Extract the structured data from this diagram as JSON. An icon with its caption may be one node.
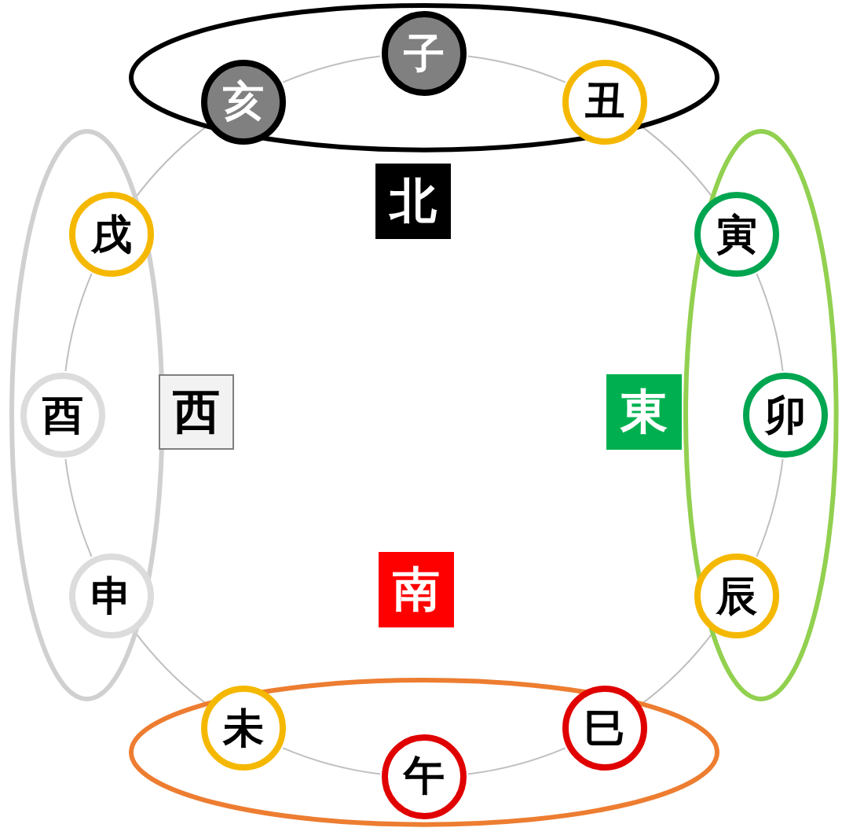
{
  "diagram": {
    "nodes": [
      {
        "text": [],
        "shape": "ellipse"
      },
      {
        "text": [
          "子"
        ],
        "in": 0
      },
      {
        "text": [
          "亥"
        ],
        "in": 0
      },
      {
        "text": [
          "丑"
        ],
        "in": 0
      },
      {
        "text": [
          "北"
        ]
      },
      {
        "text": [],
        "shape": "ellipse"
      },
      {
        "text": [
          "戌"
        ],
        "in": 5
      },
      {
        "text": [
          "酉"
        ],
        "in": 5
      },
      {
        "text": [
          "申"
        ],
        "in": 5
      },
      {
        "text": [
          "西"
        ]
      },
      {
        "text": [],
        "shape": "ellipse"
      },
      {
        "text": [
          "寅"
        ],
        "in": 10
      },
      {
        "text": [
          "卯"
        ],
        "in": 10
      },
      {
        "text": [
          "辰"
        ],
        "in": 10
      },
      {
        "text": [
          "東"
        ]
      },
      {
        "text": [
          "南"
        ]
      },
      {
        "text": [],
        "shape": "ellipse"
      },
      {
        "text": [
          "未"
        ],
        "in": 16
      },
      {
        "text": [
          "午"
        ],
        "in": 16
      },
      {
        "text": [
          "巳"
        ],
        "in": 16
      }
    ],
    "edges": [
      {
        "from": 1,
        "to": 3,
        "arrow": "none"
      },
      {
        "from": 3,
        "to": 11,
        "arrow": "none"
      },
      {
        "from": 11,
        "to": 12,
        "arrow": "none"
      },
      {
        "from": 12,
        "to": 13,
        "arrow": "none"
      },
      {
        "from": 13,
        "to": 19,
        "arrow": "none"
      },
      {
        "from": 19,
        "to": 18,
        "arrow": "none"
      },
      {
        "from": 18,
        "to": 17,
        "arrow": "none"
      },
      {
        "from": 17,
        "to": 8,
        "arrow": "none"
      },
      {
        "from": 8,
        "to": 7,
        "arrow": "none"
      },
      {
        "from": 7,
        "to": 6,
        "arrow": "none"
      },
      {
        "from": 6,
        "to": 2,
        "arrow": "none"
      },
      {
        "from": 2,
        "to": 1,
        "arrow": "none"
      }
    ]
  }
}
